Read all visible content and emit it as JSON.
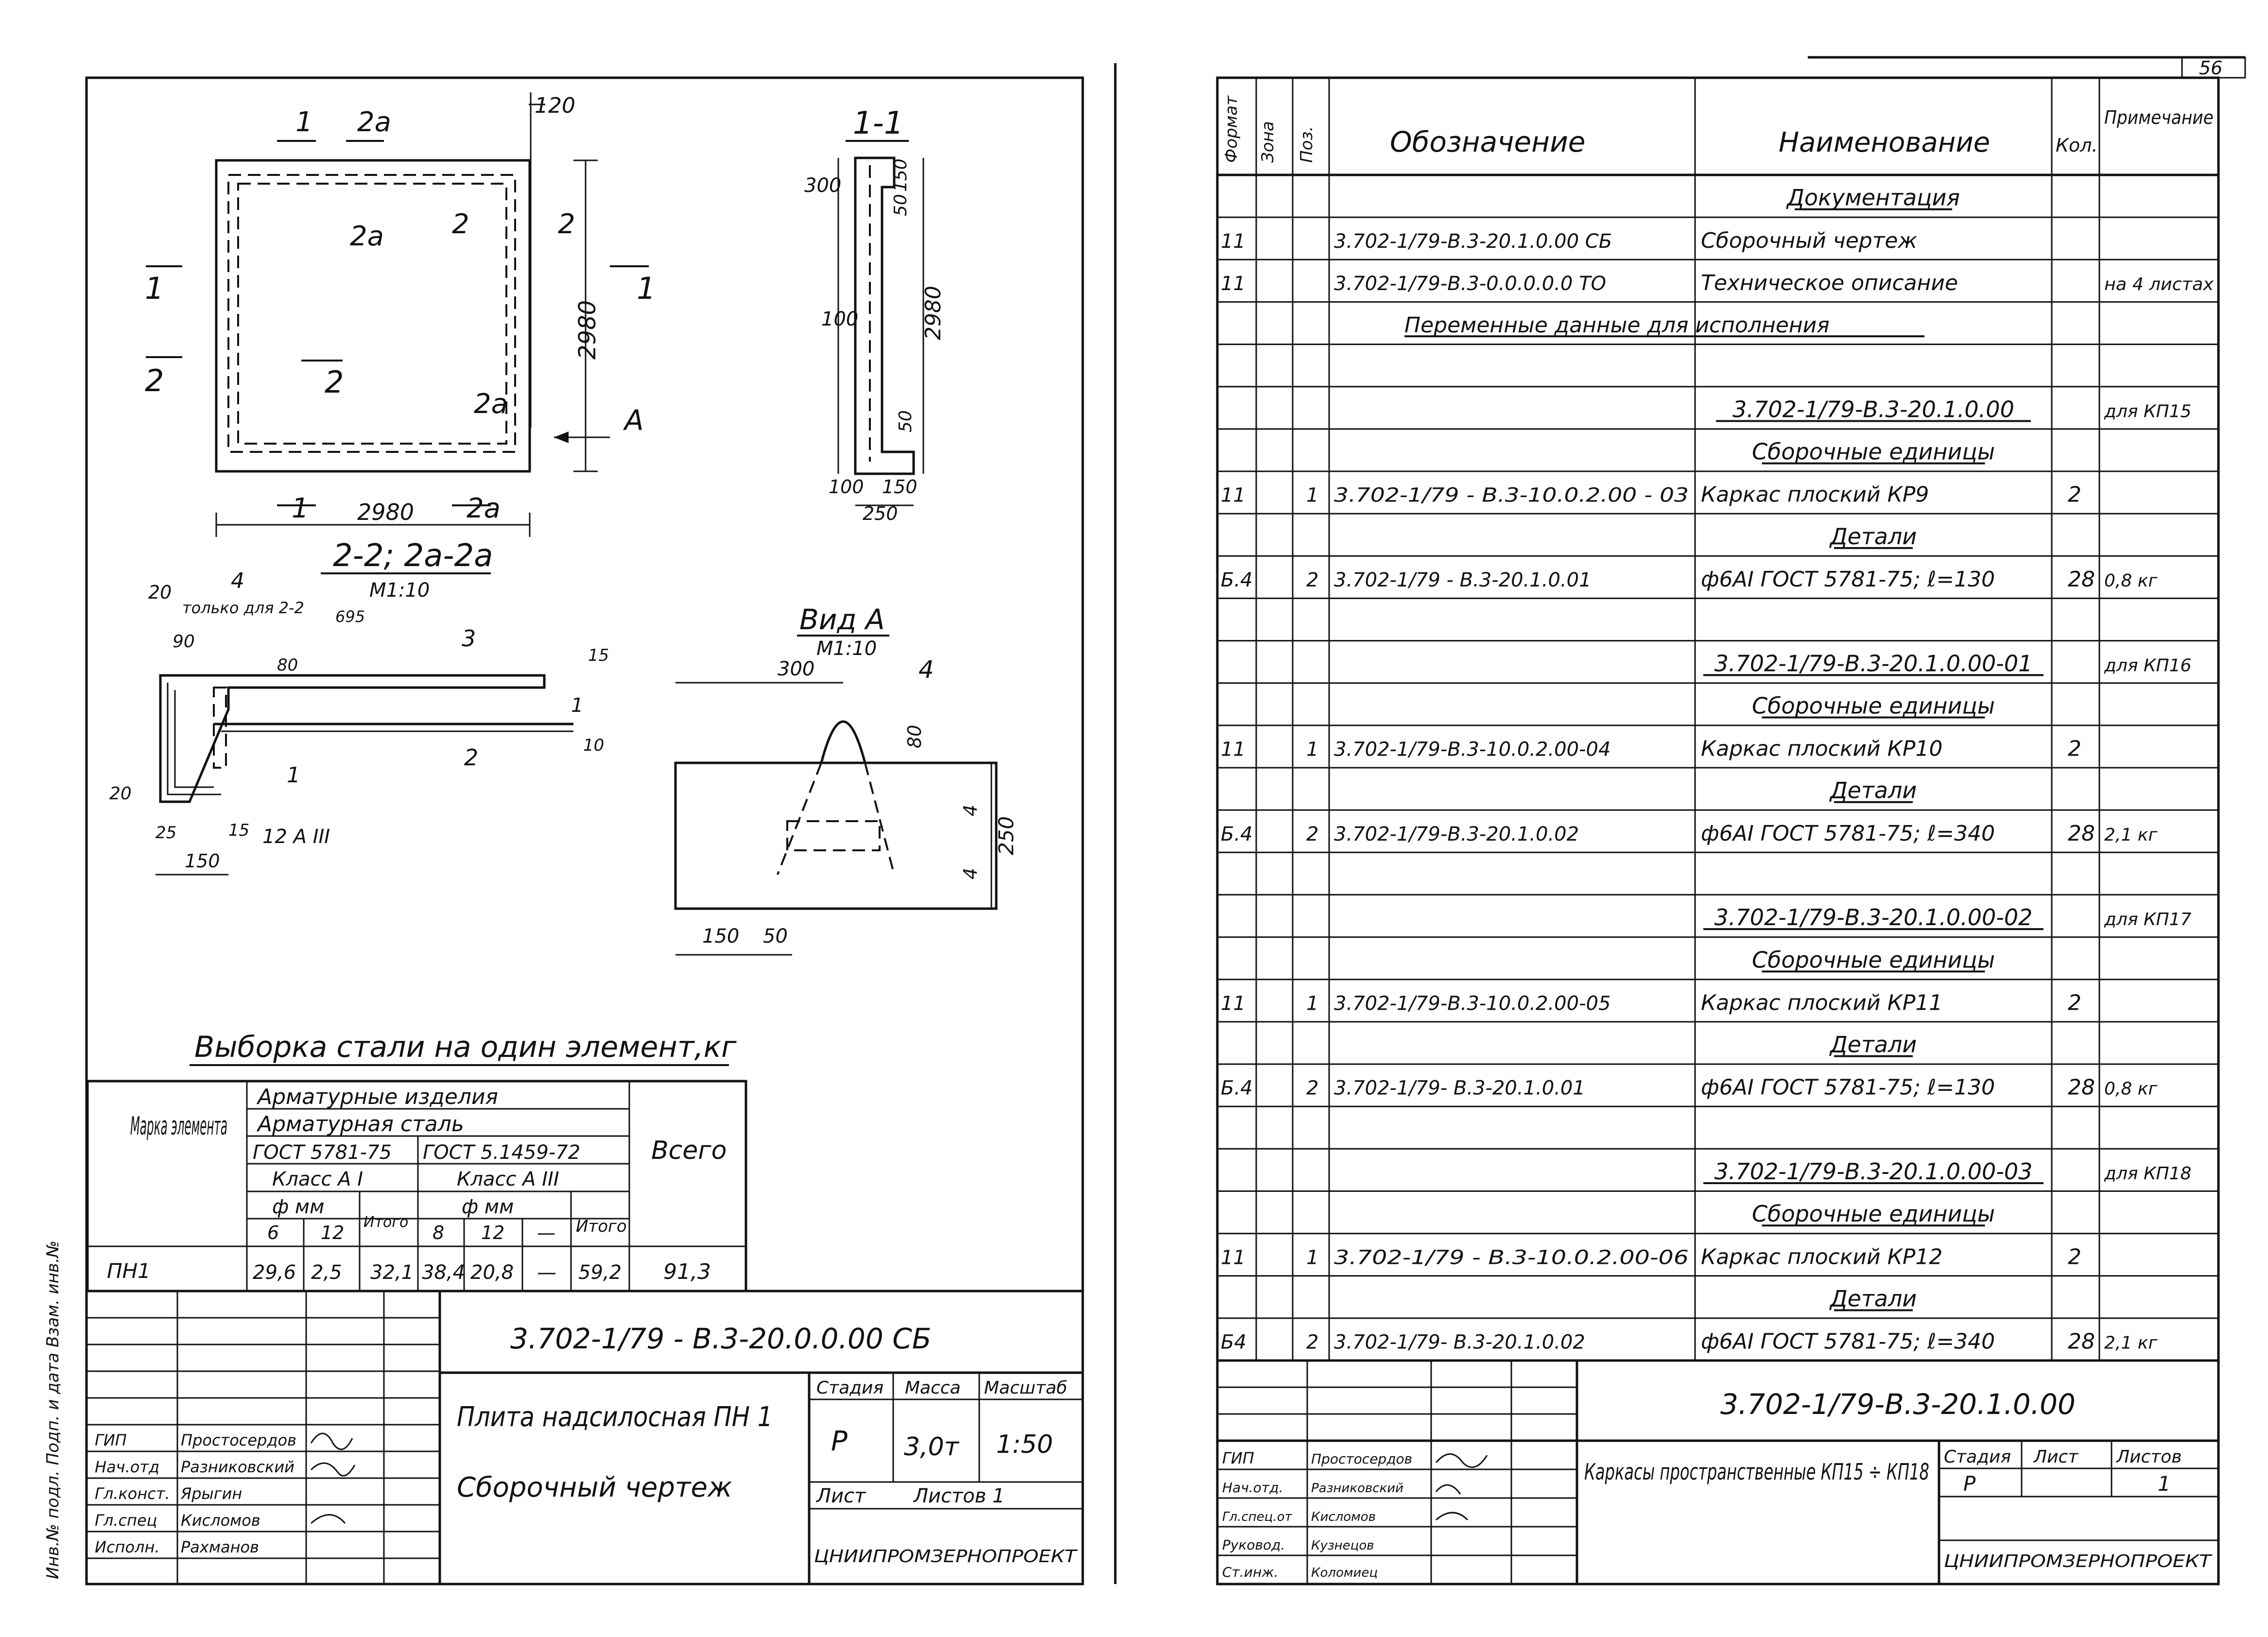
{
  "page_number": "56",
  "left_sheet": {
    "plan": {
      "section_marks": [
        "1",
        "2a",
        "2",
        "2a",
        "1",
        "2",
        "2a",
        "1",
        "2",
        "2",
        "1"
      ],
      "dim_top": "120",
      "dim_right": "2980",
      "dim_bottom": "2980",
      "view_mark": "A",
      "cut_labels": {
        "top_1": "1",
        "top_2a": "2a",
        "c1": "2a",
        "c2": "2",
        "c3": "2",
        "c4": "2",
        "c5": "2a",
        "l1": "1",
        "l2": "2",
        "r1": "1",
        "b1": "1",
        "b2": "2a"
      }
    },
    "section_1_1": {
      "title": "1-1",
      "dims": [
        "300",
        "150",
        "50",
        "100",
        "2980",
        "50",
        "100",
        "150",
        "250"
      ]
    },
    "section_2_2": {
      "title": "2-2; 2а-2а",
      "scale": "М1:10",
      "notes": [
        "20",
        "4",
        "только для 2-2",
        "695",
        "90",
        "80",
        "3",
        "15",
        "1",
        "2",
        "10",
        "1",
        "20",
        "25",
        "15",
        "12 А III",
        "150"
      ]
    },
    "view_a": {
      "title": "Вид А",
      "scale": "М1:10",
      "dims": [
        "300",
        "4",
        "80",
        "4",
        "250",
        "4",
        "150",
        "50"
      ]
    },
    "steel_table": {
      "title": "Выборка стали на один элемент,кг",
      "h_mark": "Марка элемента",
      "h_products": "Арматурные изделия",
      "h_steel": "Арматурная сталь",
      "h_gost1": "ГОСТ 5781-75",
      "h_gost2": "ГОСТ 5.1459-72",
      "h_class1": "Класс А I",
      "h_class2": "Класс А III",
      "h_dia": "ф мм",
      "h_dia2": "ф мм",
      "h_itogo": "Итого",
      "h_itogo2": "Итого",
      "h_total": "Всего",
      "sub": [
        "6",
        "12",
        "8",
        "12",
        "—"
      ],
      "row": {
        "mark": "ПН1",
        "a6": "29,6",
        "a12": "2,5",
        "itogo1": "32,1",
        "b8": "38,4",
        "b12": "20,8",
        "dash": "—",
        "itogo2": "59,2",
        "total": "91,3"
      }
    },
    "stamp": {
      "code": "3.702-1/79 - В.3-20.0.0.00 СБ",
      "name": "Плита надсилосная ПН 1",
      "type": "Сборочный чертеж",
      "h_stage": "Стадия",
      "h_mass": "Масса",
      "h_scale": "Масштаб",
      "stage": "Р",
      "mass": "3,0т",
      "scale": "1:50",
      "h_sheet": "Лист",
      "h_sheets": "Листов 1",
      "roles": [
        "ГИП",
        "Нач.отд",
        "Гл.конст.",
        "Гл.спец",
        "Исполн."
      ],
      "names": [
        "Простосердов",
        "Разниковский",
        "Ярыгин",
        "Кисломов",
        "Рахманов"
      ],
      "org": "ЦНИИПРОМЗЕРНОПРОЕКТ",
      "side": "Инв.№ подл.   Подп. и дата   Взам. инв.№"
    }
  },
  "right_sheet": {
    "headers": {
      "format": "Формат",
      "zone": "Зона",
      "pos": "Поз.",
      "designation": "Обозначение",
      "name": "Наименование",
      "qty": "Кол.",
      "note": "Примечание"
    },
    "rows": [
      {
        "format": "",
        "zone": "",
        "pos": "",
        "des": "",
        "name": "Документация",
        "qty": "",
        "note": "",
        "u": true
      },
      {
        "format": "11",
        "zone": "",
        "pos": "",
        "des": "3.702-1/79-В.3-20.1.0.00 СБ",
        "name": "Сборочный чертеж",
        "qty": "",
        "note": ""
      },
      {
        "format": "11",
        "zone": "",
        "pos": "",
        "des": "3.702-1/79-В.3-0.0.0.0.0 ТО",
        "name": "Техническое описание",
        "qty": "",
        "note": "на 4 листах"
      },
      {
        "format": "",
        "zone": "",
        "pos": "",
        "des": "Переменные данные для исполнения",
        "name": "",
        "qty": "",
        "note": "",
        "span": true
      },
      {
        "format": "",
        "zone": "",
        "pos": "",
        "des": "",
        "name": "",
        "qty": "",
        "note": ""
      },
      {
        "format": "",
        "zone": "",
        "pos": "",
        "des": "",
        "name": "3.702-1/79-В.3-20.1.0.00",
        "qty": "",
        "note": "для КП15",
        "u": true
      },
      {
        "format": "",
        "zone": "",
        "pos": "",
        "des": "",
        "name": "Сборочные единицы",
        "qty": "",
        "note": "",
        "u": true
      },
      {
        "format": "11",
        "zone": "",
        "pos": "1",
        "des": "3.702-1/79 - В.3-10.0.2.00 - 03",
        "name": "Каркас плоский КР9",
        "qty": "2",
        "note": ""
      },
      {
        "format": "",
        "zone": "",
        "pos": "",
        "des": "",
        "name": "Детали",
        "qty": "",
        "note": "",
        "u": true
      },
      {
        "format": "Б.4",
        "zone": "",
        "pos": "2",
        "des": "3.702-1/79 - В.3-20.1.0.01",
        "name": "ф6АI ГОСТ 5781-75; ℓ=130",
        "qty": "28",
        "note": "0,8 кг"
      },
      {
        "format": "",
        "zone": "",
        "pos": "",
        "des": "",
        "name": "",
        "qty": "",
        "note": ""
      },
      {
        "format": "",
        "zone": "",
        "pos": "",
        "des": "",
        "name": "3.702-1/79-В.3-20.1.0.00-01",
        "qty": "",
        "note": "для КП16",
        "u": true
      },
      {
        "format": "",
        "zone": "",
        "pos": "",
        "des": "",
        "name": "Сборочные единицы",
        "qty": "",
        "note": "",
        "u": true
      },
      {
        "format": "11",
        "zone": "",
        "pos": "1",
        "des": "3.702-1/79-В.3-10.0.2.00-04",
        "name": "Каркас плоский КР10",
        "qty": "2",
        "note": ""
      },
      {
        "format": "",
        "zone": "",
        "pos": "",
        "des": "",
        "name": "Детали",
        "qty": "",
        "note": "",
        "u": true
      },
      {
        "format": "Б.4",
        "zone": "",
        "pos": "2",
        "des": "3.702-1/79-В.3-20.1.0.02",
        "name": "ф6АI ГОСТ 5781-75; ℓ=340",
        "qty": "28",
        "note": "2,1 кг"
      },
      {
        "format": "",
        "zone": "",
        "pos": "",
        "des": "",
        "name": "",
        "qty": "",
        "note": ""
      },
      {
        "format": "",
        "zone": "",
        "pos": "",
        "des": "",
        "name": "3.702-1/79-В.3-20.1.0.00-02",
        "qty": "",
        "note": "для КП17",
        "u": true
      },
      {
        "format": "",
        "zone": "",
        "pos": "",
        "des": "",
        "name": "Сборочные единицы",
        "qty": "",
        "note": "",
        "u": true
      },
      {
        "format": "11",
        "zone": "",
        "pos": "1",
        "des": "3.702-1/79-В.3-10.0.2.00-05",
        "name": "Каркас плоский КР11",
        "qty": "2",
        "note": ""
      },
      {
        "format": "",
        "zone": "",
        "pos": "",
        "des": "",
        "name": "Детали",
        "qty": "",
        "note": "",
        "u": true
      },
      {
        "format": "Б.4",
        "zone": "",
        "pos": "2",
        "des": "3.702-1/79- В.3-20.1.0.01",
        "name": "ф6АI ГОСТ 5781-75; ℓ=130",
        "qty": "28",
        "note": "0,8 кг"
      },
      {
        "format": "",
        "zone": "",
        "pos": "",
        "des": "",
        "name": "",
        "qty": "",
        "note": ""
      },
      {
        "format": "",
        "zone": "",
        "pos": "",
        "des": "",
        "name": "3.702-1/79-В.3-20.1.0.00-03",
        "qty": "",
        "note": "для КП18",
        "u": true
      },
      {
        "format": "",
        "zone": "",
        "pos": "",
        "des": "",
        "name": "Сборочные единицы",
        "qty": "",
        "note": "",
        "u": true
      },
      {
        "format": "11",
        "zone": "",
        "pos": "1",
        "des": "3.702-1/79 - В.3-10.0.2.00-06",
        "name": "Каркас плоский КР12",
        "qty": "2",
        "note": ""
      },
      {
        "format": "",
        "zone": "",
        "pos": "",
        "des": "",
        "name": "Детали",
        "qty": "",
        "note": "",
        "u": true
      },
      {
        "format": "Б4",
        "zone": "",
        "pos": "2",
        "des": "3.702-1/79- В.3-20.1.0.02",
        "name": "ф6АI ГОСТ 5781-75; ℓ=340",
        "qty": "28",
        "note": "2,1 кг"
      }
    ],
    "stamp": {
      "code": "3.702-1/79-В.3-20.1.0.00",
      "name": "Каркасы пространственные КП15 ÷ КП18",
      "h_stage": "Стадия",
      "h_sheet": "Лист",
      "h_sheets": "Листов",
      "stage": "Р",
      "sheets": "1",
      "roles": [
        "ГИП",
        "Нач.отд.",
        "Гл.спец.от",
        "Руковод.",
        "Ст.инж."
      ],
      "names": [
        "Простосердов",
        "Разниковский",
        "Кисломов",
        "Кузнецов",
        "Коломиец"
      ],
      "org": "ЦНИИПРОМЗЕРНОПРОЕКТ"
    }
  }
}
